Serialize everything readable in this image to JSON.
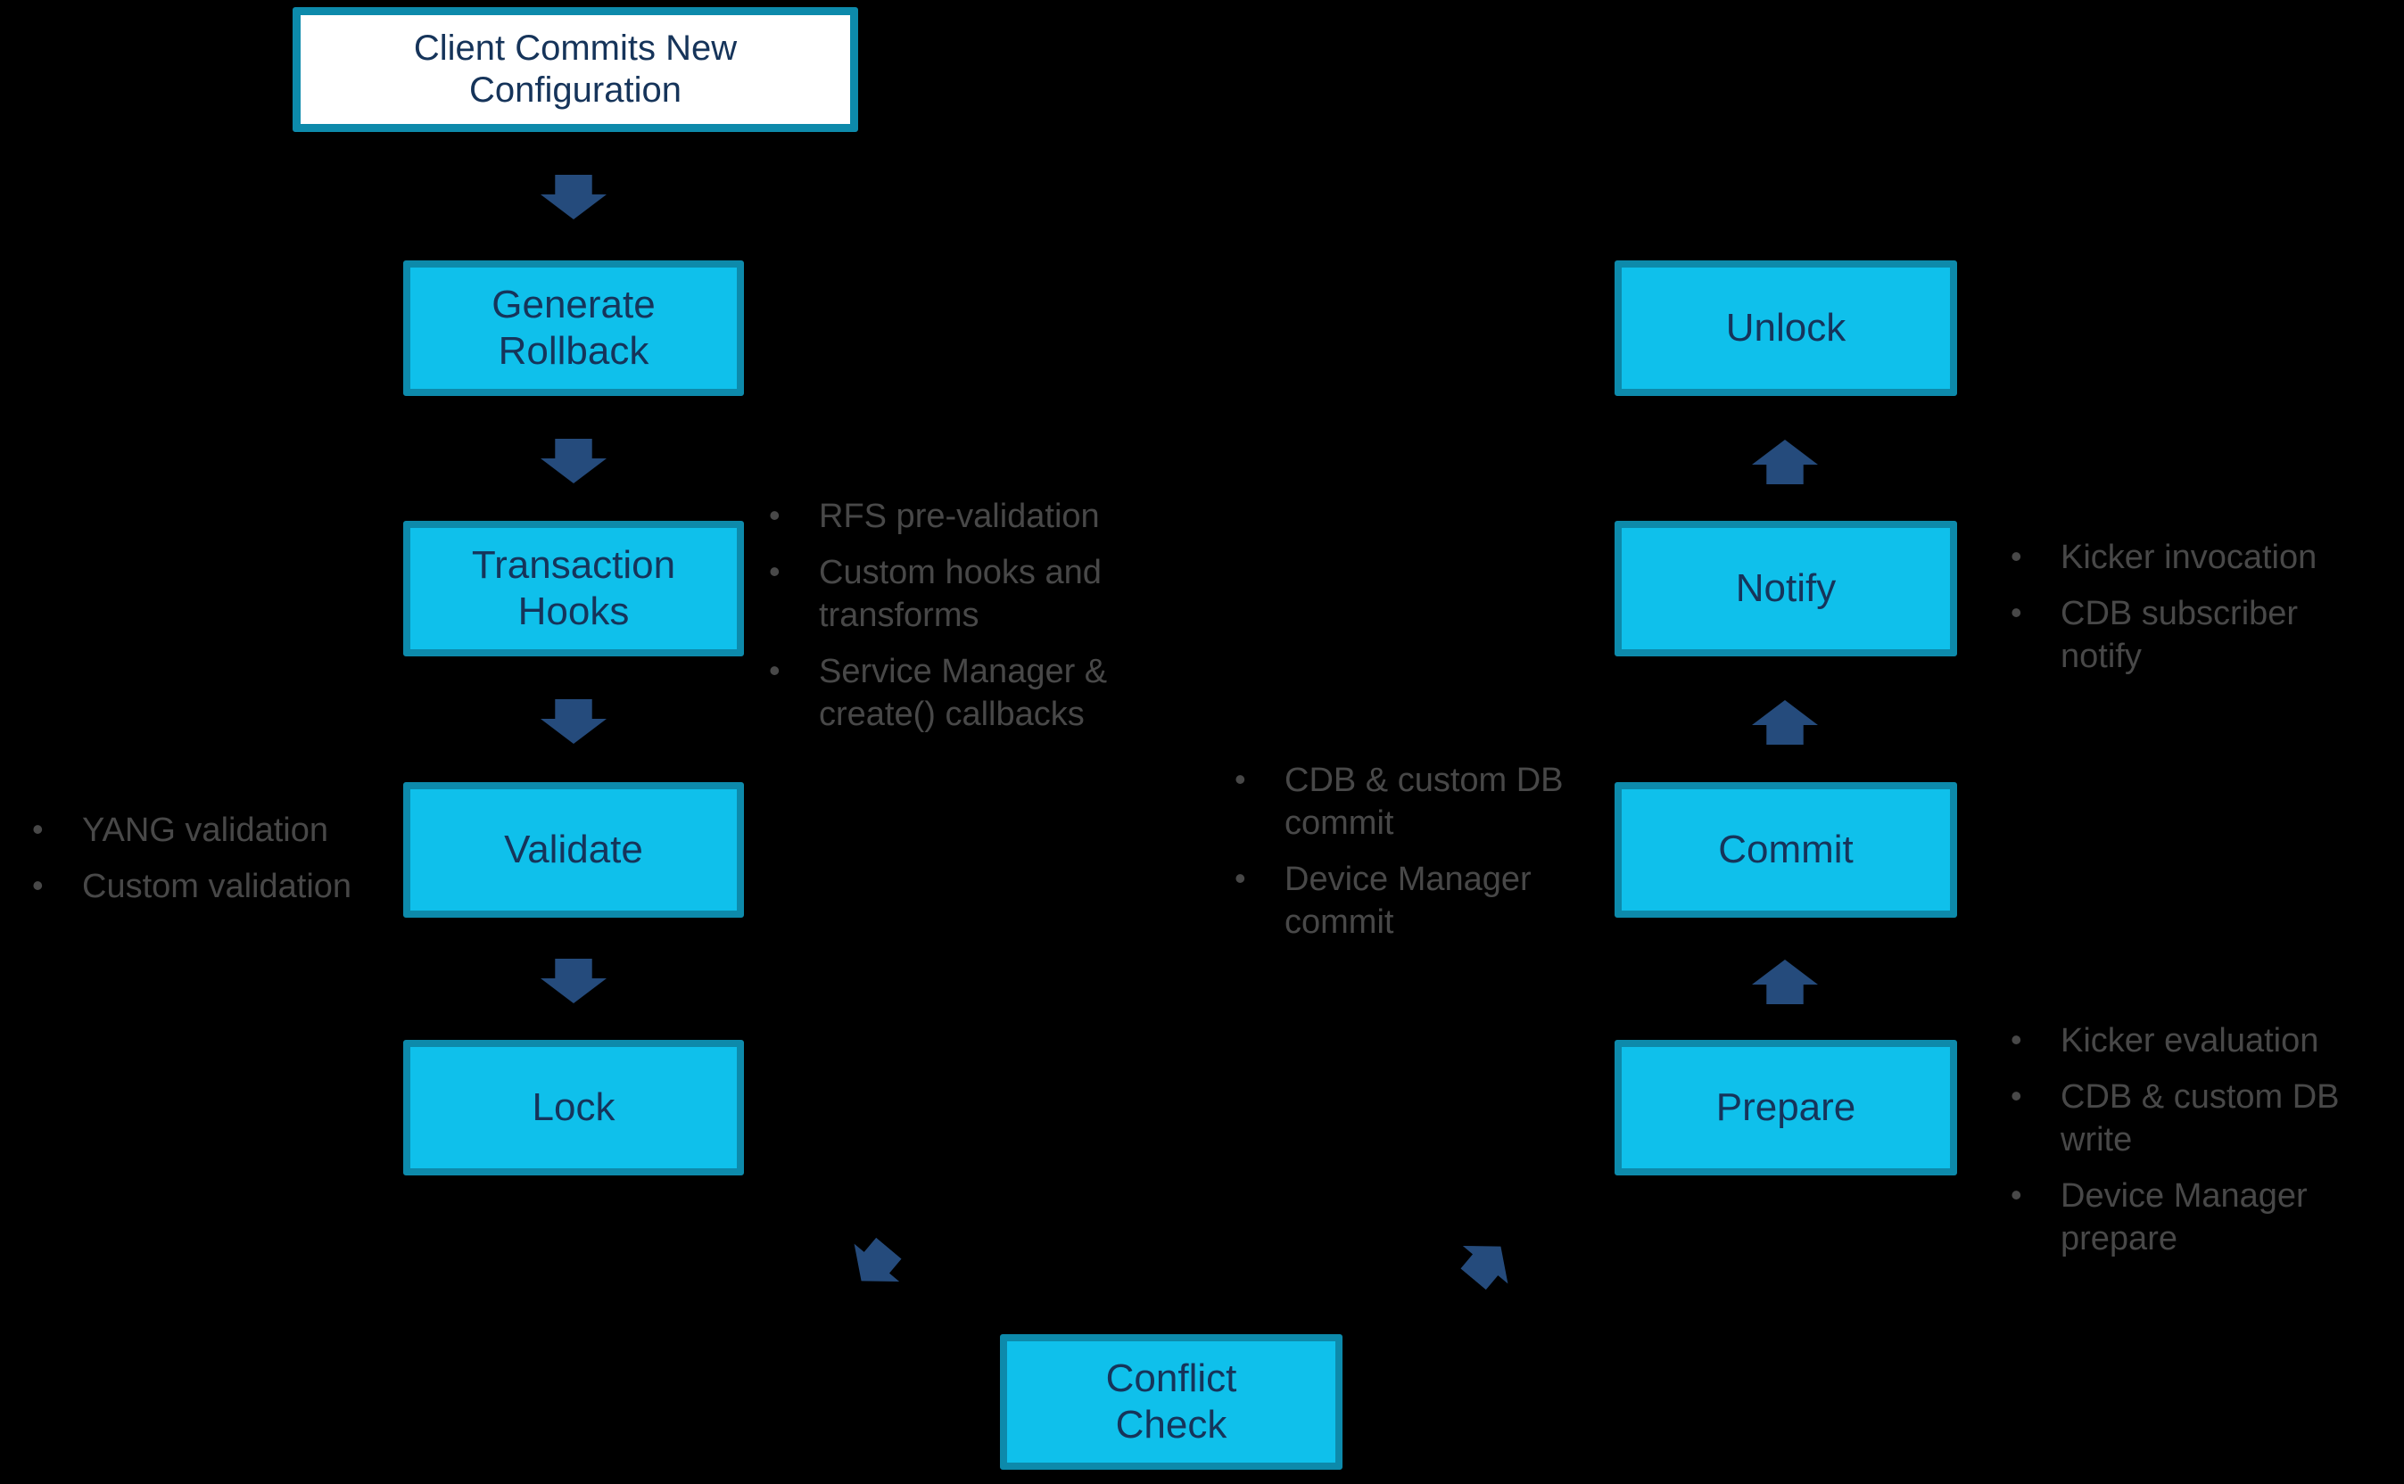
{
  "colors": {
    "bg": "#000000",
    "box_fill": "#0fc0eb",
    "box_border": "#0d8aab",
    "box_text": "#16345a",
    "start_fill": "#ffffff",
    "arrow": "#254b7c",
    "note_text": "#484848"
  },
  "nodes": {
    "start": {
      "label": "Client Commits New\nConfiguration"
    },
    "generate_rollback": {
      "label": "Generate\nRollback"
    },
    "transaction_hooks": {
      "label": "Transaction\nHooks"
    },
    "validate": {
      "label": "Validate"
    },
    "lock": {
      "label": "Lock"
    },
    "conflict_check": {
      "label": "Conflict\nCheck"
    },
    "prepare": {
      "label": "Prepare"
    },
    "commit": {
      "label": "Commit"
    },
    "notify": {
      "label": "Notify"
    },
    "unlock": {
      "label": "Unlock"
    }
  },
  "notes": {
    "transaction_hooks": {
      "items": [
        "RFS pre-validation",
        "Custom hooks and transforms",
        "Service Manager & create() callbacks"
      ]
    },
    "validate": {
      "items": [
        "YANG validation",
        "Custom validation"
      ]
    },
    "commit": {
      "items": [
        "CDB & custom DB commit",
        "Device Manager commit"
      ]
    },
    "notify": {
      "items": [
        "Kicker invocation",
        "CDB subscriber notify"
      ]
    },
    "prepare": {
      "items": [
        "Kicker evaluation",
        "CDB & custom DB write",
        "Device Manager prepare"
      ]
    }
  }
}
